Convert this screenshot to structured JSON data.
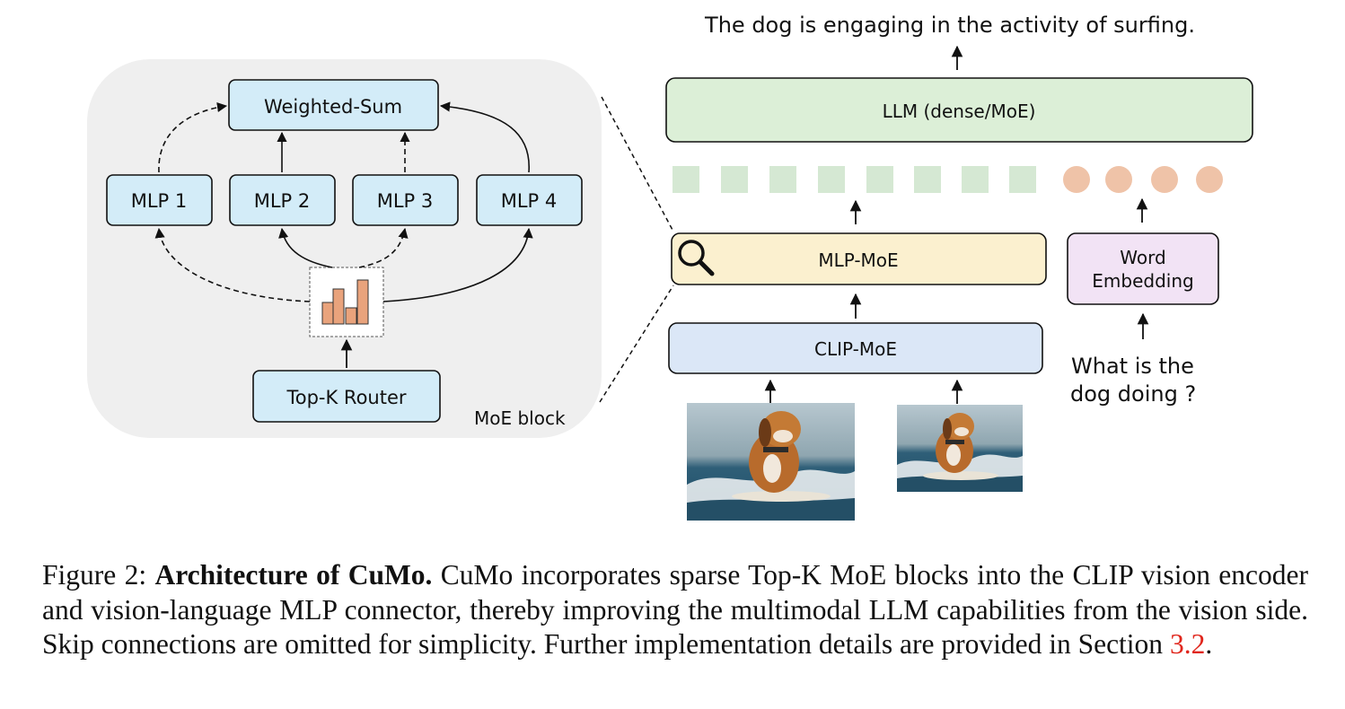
{
  "figure": {
    "moe_block": {
      "label": "MoE block",
      "weighted_sum": "Weighted-Sum",
      "experts": [
        "MLP 1",
        "MLP 2",
        "MLP 3",
        "MLP 4"
      ],
      "router": "Top-K Router"
    },
    "pipeline": {
      "output_text": "The dog is engaging in the activity of surfing.",
      "llm": "LLM (dense/MoE)",
      "mlp_moe": "MLP-MoE",
      "clip_moe": "CLIP-MoE",
      "word_embedding": [
        "Word",
        "Embedding"
      ],
      "question": [
        "What is the",
        "dog doing ?"
      ]
    },
    "colors": {
      "expert_box": "#d3ecf8",
      "llm_box": "#dcefd7",
      "mlp_moe_box": "#fbf0cf",
      "clip_moe_box": "#dbe7f7",
      "word_embedding_box": "#f2e3f5",
      "visual_token": "#d5e8d3",
      "text_token": "#efc3a8",
      "router_bars": "#e9a37c",
      "moe_panel": "#efefef"
    },
    "token_counts": {
      "visual": 8,
      "text": 4
    }
  },
  "caption": {
    "prefix": "Figure 2: ",
    "bold": "Architecture of CuMo.",
    "body": " CuMo incorporates sparse Top-K MoE blocks into the CLIP vision encoder and vision-language MLP connector, thereby improving the multimodal LLM capabilities from the vision side. Skip connections are omitted for simplicity. Further implementation details are provided in Section ",
    "ref": "3.2",
    "suffix": "."
  }
}
